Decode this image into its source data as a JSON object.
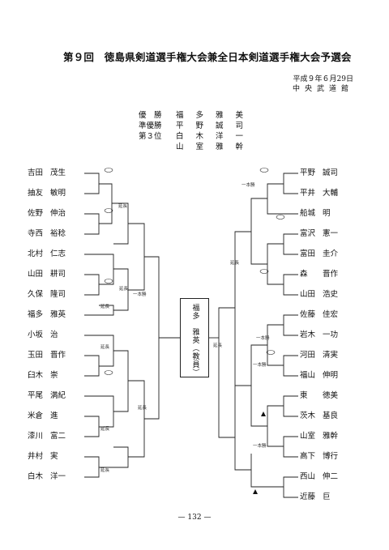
{
  "header": {
    "title": "第９回　徳島県剣道選手権大会兼全日本剣道選手権大会予選会",
    "date": "平成９年６月29日",
    "venue": "中央武道館"
  },
  "awards": [
    {
      "rank": "優　勝",
      "name": "福多雅美"
    },
    {
      "rank": "準優勝",
      "name": "平野誠司"
    },
    {
      "rank": "第３位",
      "name": "白木洋一"
    },
    {
      "rank": "",
      "name": "山室雅幹"
    }
  ],
  "left_players": [
    {
      "surname": "吉田",
      "given": "茂生"
    },
    {
      "surname": "抽友",
      "given": "敏明"
    },
    {
      "surname": "佐野",
      "given": "伸治"
    },
    {
      "surname": "寺西",
      "given": "裕稔"
    },
    {
      "surname": "北村",
      "given": "仁志"
    },
    {
      "surname": "山田",
      "given": "耕司"
    },
    {
      "surname": "久保",
      "given": "隆司"
    },
    {
      "surname": "福多",
      "given": "雅英"
    },
    {
      "surname": "小坂",
      "given": "治"
    },
    {
      "surname": "玉田",
      "given": "晋作"
    },
    {
      "surname": "臼木",
      "given": "崇"
    },
    {
      "surname": "平尾",
      "given": "満紀"
    },
    {
      "surname": "米倉",
      "given": "進"
    },
    {
      "surname": "漆川",
      "given": "富二"
    },
    {
      "surname": "井村",
      "given": "実"
    },
    {
      "surname": "白木",
      "given": "洋一"
    }
  ],
  "right_players": [
    {
      "surname": "平野",
      "given": "誠司"
    },
    {
      "surname": "平井",
      "given": "大輔"
    },
    {
      "surname": "船城",
      "given": "明"
    },
    {
      "surname": "富沢",
      "given": "憲一"
    },
    {
      "surname": "富田",
      "given": "圭介"
    },
    {
      "surname": "森",
      "given": "晋作"
    },
    {
      "surname": "山田",
      "given": "浩史"
    },
    {
      "surname": "佐藤",
      "given": "佳宏"
    },
    {
      "surname": "岩木",
      "given": "一功"
    },
    {
      "surname": "河田",
      "given": "清実"
    },
    {
      "surname": "福山",
      "given": "伸明"
    },
    {
      "surname": "東",
      "given": "徳美"
    },
    {
      "surname": "茨木",
      "given": "基良"
    },
    {
      "surname": "山室",
      "given": "雅幹"
    },
    {
      "surname": "高下",
      "given": "博行"
    },
    {
      "surname": "西山",
      "given": "伸二"
    },
    {
      "surname": "近藤",
      "given": "巨"
    }
  ],
  "winner_box": {
    "name": "福多　雅英（教員）"
  },
  "notes": {
    "extension": "延長",
    "one_point": "一本勝"
  },
  "page_number": "— 132 —"
}
